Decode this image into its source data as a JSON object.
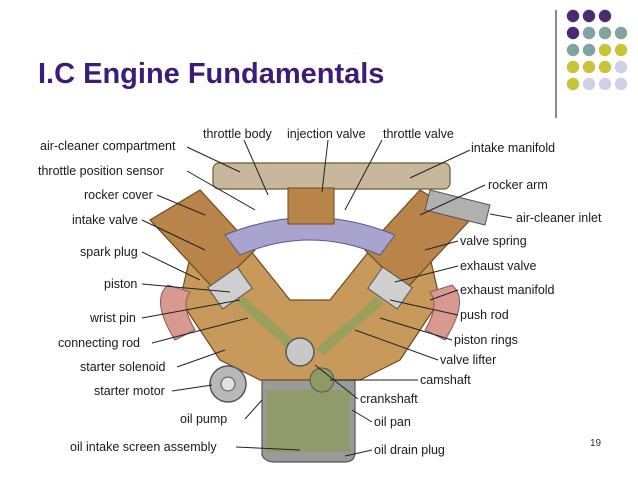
{
  "slide": {
    "title": "I.C Engine Fundamentals",
    "page_number": "19"
  },
  "colors": {
    "title": "#3b1d78",
    "dot_purple": "#4b2a73",
    "dot_teal": "#7fa3a0",
    "dot_olive": "#c8c43a",
    "dot_lavender": "#cfcfe6",
    "engine_tan": "#c79a5c",
    "engine_dark": "#8a5f2e",
    "intake_purple": "#a9a3cf",
    "manifold_pink": "#d89a90",
    "oil_green": "#8e9a62"
  },
  "labels": {
    "air_cleaner_compartment": "air-cleaner compartment",
    "throttle_body": "throttle body",
    "injection_valve": "injection valve",
    "throttle_valve": "throttle valve",
    "intake_manifold": "intake manifold",
    "throttle_position_sensor": "throttle position sensor",
    "rocker_arm": "rocker arm",
    "rocker_cover": "rocker cover",
    "air_cleaner_inlet": "air-cleaner inlet",
    "intake_valve": "intake valve",
    "valve_spring": "valve spring",
    "spark_plug": "spark plug",
    "exhaust_valve": "exhaust valve",
    "piston": "piston",
    "exhaust_manifold": "exhaust manifold",
    "wrist_pin": "wrist pin",
    "push_rod": "push rod",
    "connecting_rod": "connecting rod",
    "piston_rings": "piston rings",
    "starter_solenoid": "starter solenoid",
    "valve_lifter": "valve lifter",
    "starter_motor": "starter motor",
    "camshaft": "camshaft",
    "crankshaft": "crankshaft",
    "oil_pump": "oil pump",
    "oil_pan": "oil pan",
    "oil_intake_screen_assembly": "oil intake screen assembly",
    "oil_drain_plug": "oil drain plug"
  }
}
